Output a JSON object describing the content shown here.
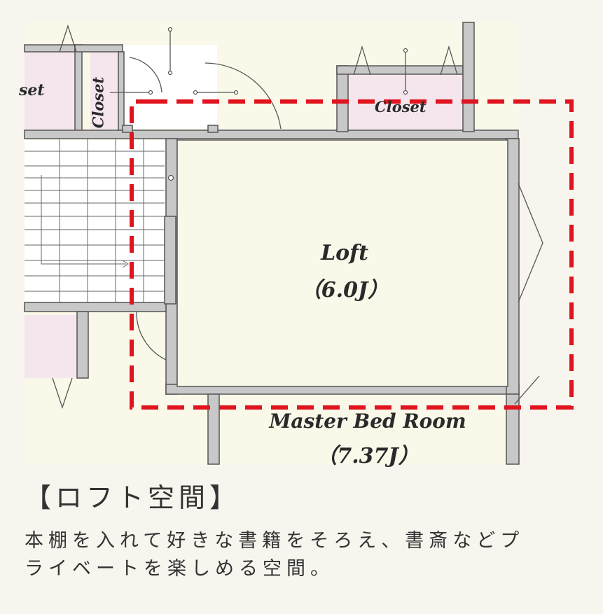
{
  "rooms": {
    "closet_left": "set",
    "closet_center": "Closet",
    "closet_right": "Closet",
    "loft": {
      "name": "Loft",
      "area": "（6.0J）"
    },
    "master": {
      "name": "Master Bed Room",
      "area": "（7.37J）"
    }
  },
  "caption": {
    "title": "【ロフト空間】",
    "line1": "本棚を入れて好きな書籍をそろえ、書斎などプ",
    "line2": "ライベートを楽しめる空間。"
  },
  "colors": {
    "highlight_dash": "#e0141e",
    "wall_fill": "#c8c8c8",
    "closet_fill": "#f5e6ee",
    "floor_fill": "#faf8e8"
  }
}
